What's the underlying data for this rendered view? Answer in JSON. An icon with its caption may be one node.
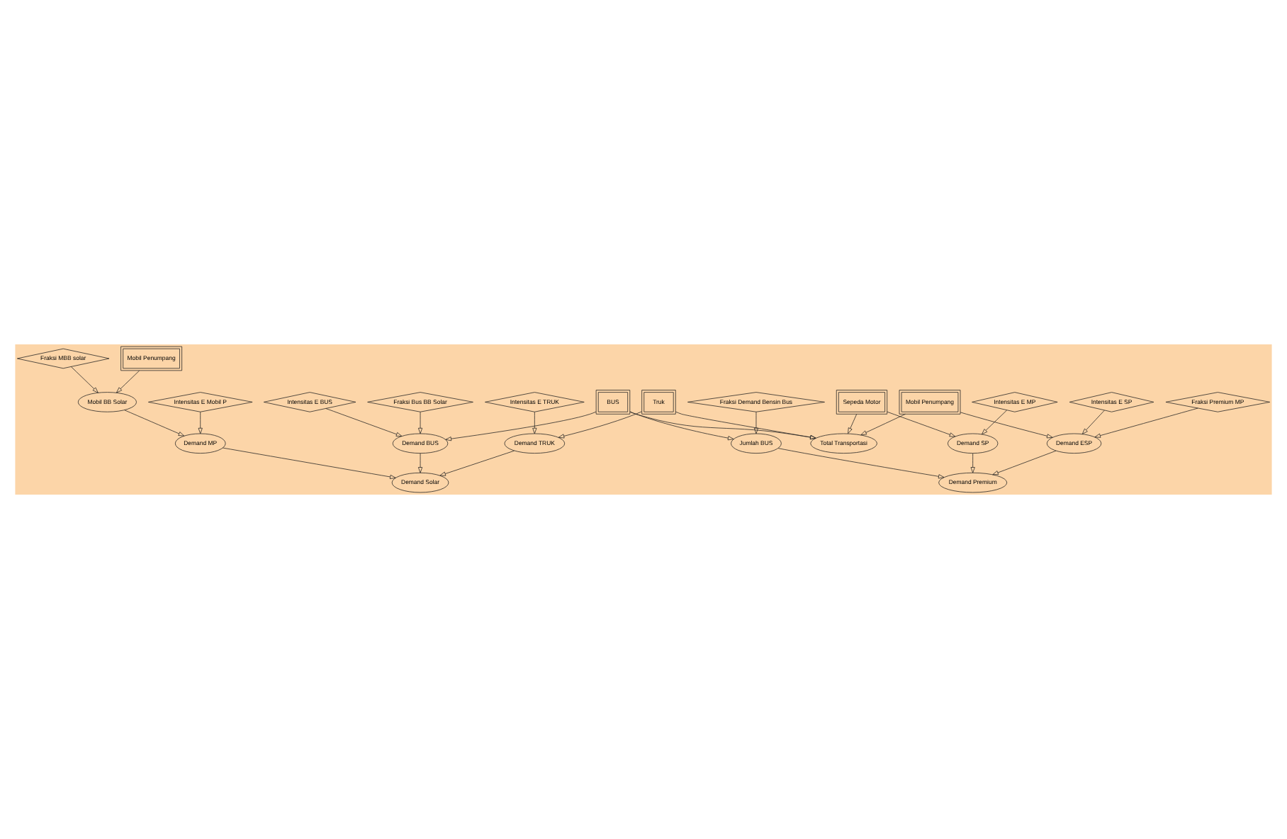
{
  "diagram": {
    "nodes": [
      {
        "text": [
          "Intensitas E TRUK"
        ]
      },
      {
        "text": [
          "Truk"
        ]
      },
      {
        "text": [
          "Mobil Penumpang"
        ]
      },
      {
        "text": [
          "Fraksi Premium MP"
        ]
      },
      {
        "text": [
          "Demand TRUK"
        ]
      },
      {
        "text": [
          "Total Transportasi"
        ]
      },
      {
        "text": [
          "Demand ESP"
        ]
      },
      {
        "text": [
          "Sepeda Motor"
        ]
      },
      {
        "text": [
          "Intensitas E MP"
        ]
      },
      {
        "text": [
          "Intensitas E SP"
        ]
      },
      {
        "text": [
          "Demand Solar"
        ]
      },
      {
        "text": [
          "BUS"
        ]
      },
      {
        "text": [
          "Demand SP"
        ]
      },
      {
        "text": [
          "Intensitas E Mobil P"
        ]
      },
      {
        "text": [
          "Demand MP"
        ]
      },
      {
        "text": [
          "Demand BUS"
        ]
      },
      {
        "text": [
          "Jumlah BUS"
        ]
      },
      {
        "text": [
          "Demand Premium"
        ]
      },
      {
        "text": [
          "Fraksi Bus BB Solar"
        ]
      },
      {
        "text": [
          "Fraksi Demand Bensin Bus"
        ]
      },
      {
        "text": [
          "Intensitas E BUS"
        ]
      },
      {
        "text": [
          "Mobil BB Solar"
        ]
      },
      {
        "text": [
          "Fraksi MBB solar"
        ]
      },
      {
        "text": [
          "Mobil Penumpang"
        ]
      }
    ],
    "edges": [
      {
        "from": 0,
        "to": 4,
        "arrow": "to"
      },
      {
        "from": 1,
        "to": 4,
        "arrow": "to"
      },
      {
        "from": 1,
        "to": 5,
        "arrow": "to"
      },
      {
        "from": 2,
        "to": 5,
        "arrow": "to"
      },
      {
        "from": 7,
        "to": 5,
        "arrow": "to"
      },
      {
        "from": 11,
        "to": 5,
        "arrow": "to"
      },
      {
        "from": 2,
        "to": 6,
        "arrow": "to"
      },
      {
        "from": 3,
        "to": 6,
        "arrow": "to"
      },
      {
        "from": 9,
        "to": 6,
        "arrow": "to"
      },
      {
        "from": 4,
        "to": 10,
        "arrow": "to"
      },
      {
        "from": 14,
        "to": 10,
        "arrow": "to"
      },
      {
        "from": 15,
        "to": 10,
        "arrow": "to"
      },
      {
        "from": 7,
        "to": 12,
        "arrow": "to"
      },
      {
        "from": 8,
        "to": 12,
        "arrow": "to"
      },
      {
        "from": 11,
        "to": 15,
        "arrow": "to"
      },
      {
        "from": 11,
        "to": 16,
        "arrow": "to"
      },
      {
        "from": 12,
        "to": 17,
        "arrow": "to"
      },
      {
        "from": 6,
        "to": 17,
        "arrow": "to"
      },
      {
        "from": 16,
        "to": 17,
        "arrow": "to"
      },
      {
        "from": 13,
        "to": 14,
        "arrow": "to"
      },
      {
        "from": 21,
        "to": 14,
        "arrow": "to"
      },
      {
        "from": 20,
        "to": 15,
        "arrow": "to"
      },
      {
        "from": 18,
        "to": 15,
        "arrow": "to"
      },
      {
        "from": 19,
        "to": 16,
        "arrow": "to"
      },
      {
        "from": 22,
        "to": 21,
        "arrow": "to"
      },
      {
        "from": 23,
        "to": 21,
        "arrow": "to"
      }
    ]
  }
}
